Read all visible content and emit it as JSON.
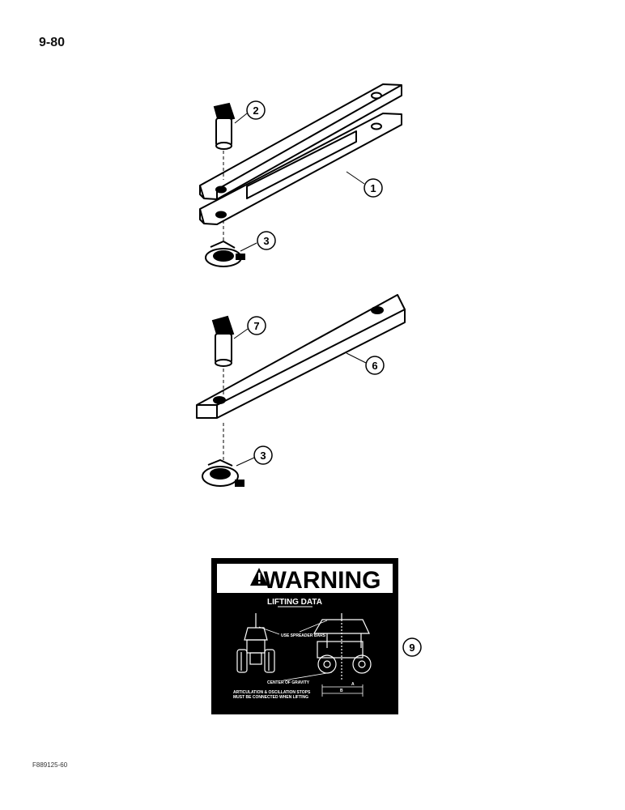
{
  "page_number": "9-80",
  "figure_code": "F889125-60",
  "callouts": {
    "c1": "1",
    "c2": "2",
    "c3_upper": "3",
    "c7": "7",
    "c6": "6",
    "c3_lower": "3",
    "c9": "9"
  },
  "decal": {
    "title": "WARNING",
    "subtitle": "LIFTING DATA",
    "spreader_label": "USE SPREADER BARS",
    "gravity_label": "CENTER OF GRAVITY",
    "articulation_label": "ARTICULATION & OSCILLATION STOPS MUST BE CONNECTED WHEN LIFTING",
    "dimension_a": "A",
    "dimension_b": "B"
  }
}
